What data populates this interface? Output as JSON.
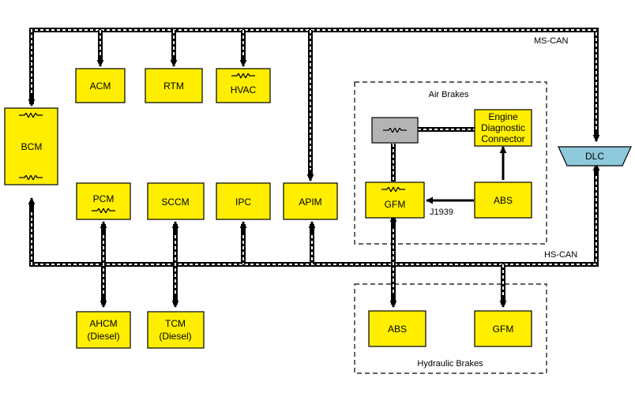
{
  "buses": {
    "ms_can": "MS-CAN",
    "hs_can": "HS-CAN",
    "j1939": "J1939"
  },
  "groups": {
    "air_brakes": "Air Brakes",
    "hydraulic_brakes": "Hydraulic Brakes"
  },
  "modules": {
    "acm": "ACM",
    "rtm": "RTM",
    "hvac": "HVAC",
    "bcm": "BCM",
    "pcm": "PCM",
    "sccm": "SCCM",
    "ipc": "IPC",
    "apim": "APIM",
    "ahcm": [
      "AHCM",
      "(Diesel)"
    ],
    "tcm": [
      "TCM",
      "(Diesel)"
    ],
    "engine_diag": [
      "Engine",
      "Diagnostic",
      "Connector"
    ],
    "gfm_air": "GFM",
    "abs_air": "ABS",
    "abs_hyd": "ABS",
    "gfm_hyd": "GFM",
    "dlc": "DLC"
  },
  "colors": {
    "module": "#ffee00",
    "gateway": "#b4b4b4",
    "dlc": "#8fc9dc"
  }
}
